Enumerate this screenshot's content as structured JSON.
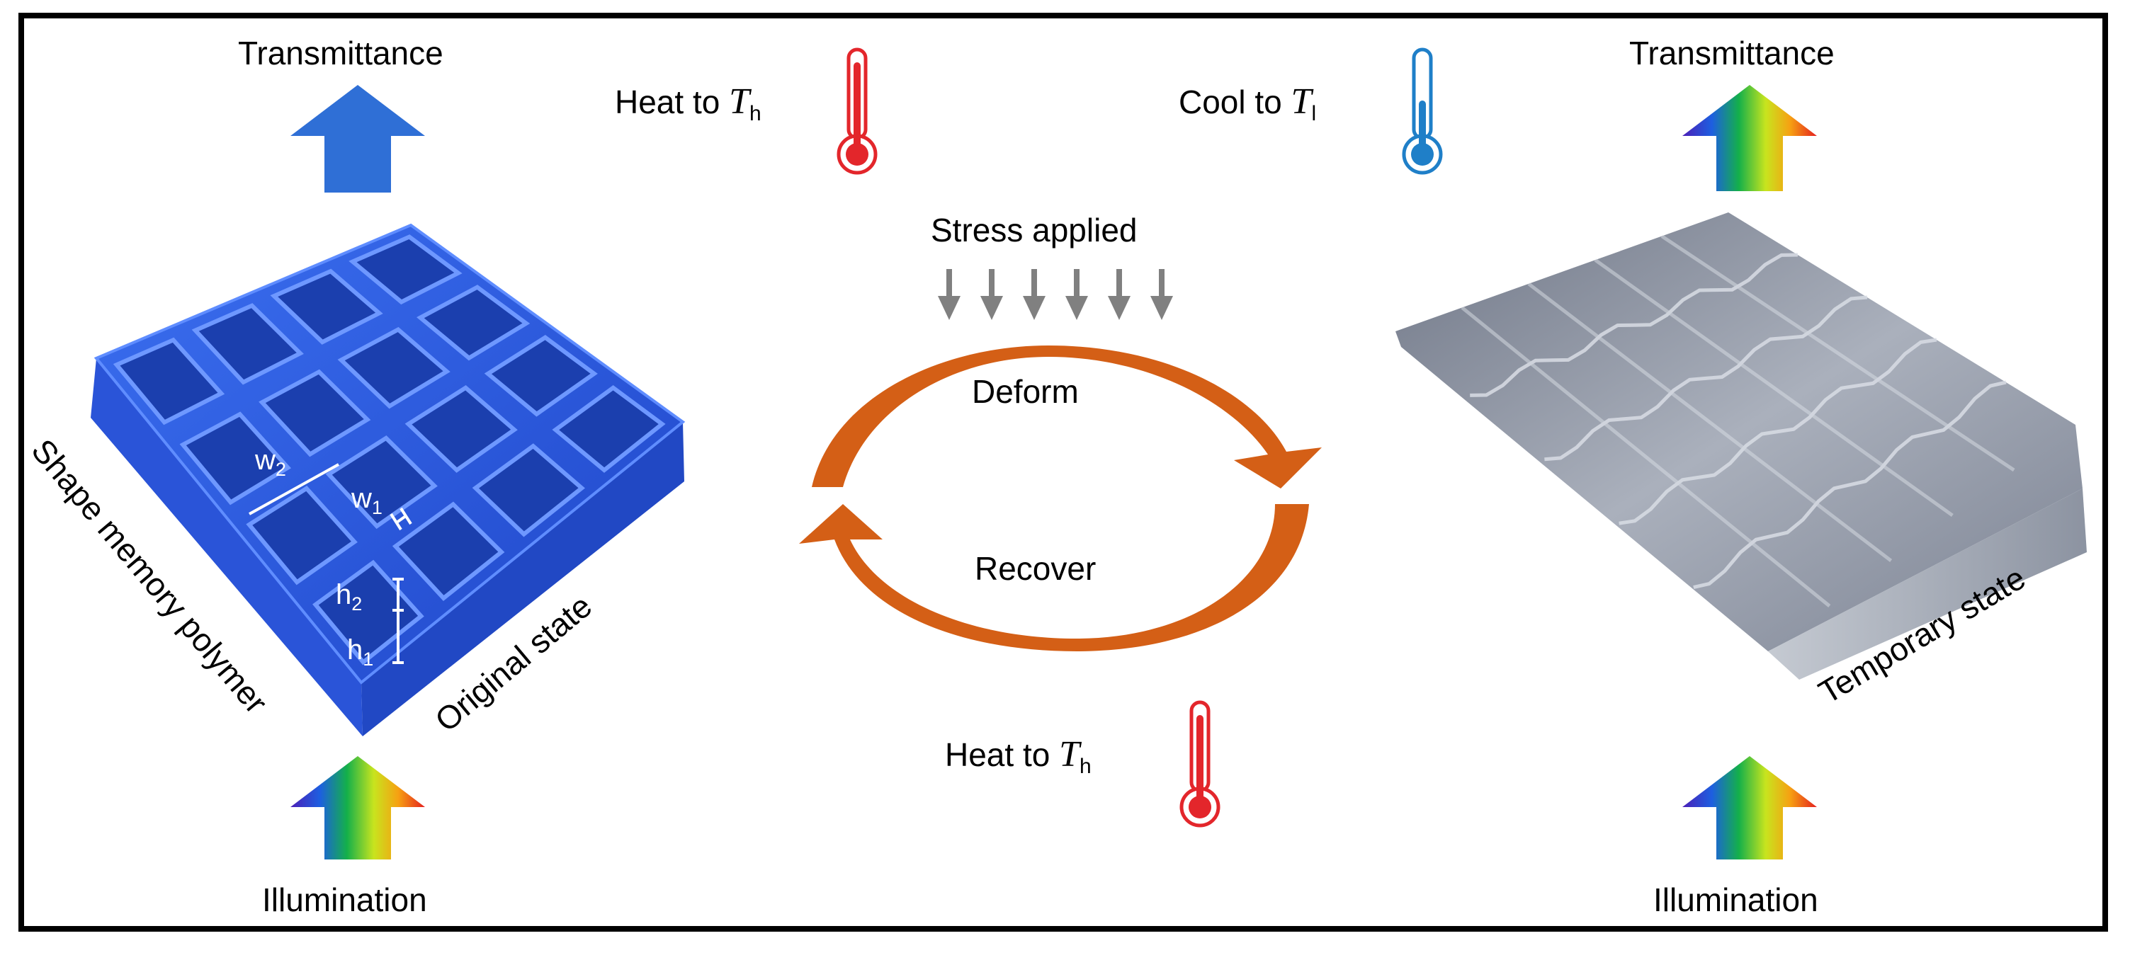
{
  "top_left": {
    "transmittance": "Transmittance"
  },
  "top_right": {
    "transmittance": "Transmittance"
  },
  "bottom_left": {
    "illumination": "Illumination"
  },
  "bottom_right": {
    "illumination": "Illumination"
  },
  "heat_top": {
    "prefix": "Heat to ",
    "var": "T",
    "sub": "h"
  },
  "cool_top": {
    "prefix": "Cool to ",
    "var": "T",
    "sub": "l"
  },
  "heat_bottom": {
    "prefix": "Heat to ",
    "var": "T",
    "sub": "h"
  },
  "cycle": {
    "stress": "Stress applied",
    "deform": "Deform",
    "recover": "Recover"
  },
  "left_sample": {
    "side_label": "Shape memory polymer",
    "state_label": "Original state",
    "dims": {
      "w2": "w",
      "w2_sub": "2",
      "w1": "w",
      "w1_sub": "1",
      "h2": "h",
      "h2_sub": "2",
      "h1": "h",
      "h1_sub": "1"
    }
  },
  "right_sample": {
    "state_label": "Temporary state"
  },
  "colors": {
    "frame": "#000000",
    "cycle_arrow": "#d45f16",
    "transmit_blue": "#2f6fd6",
    "thermo_red": "#e3262b",
    "thermo_blue": "#1f7fc8",
    "stress_arrows": "#808080",
    "polymer_blue": "#2f5fe0",
    "temporary_gray": "#8e96a6"
  },
  "icons": [
    "thermometer-hot-icon",
    "thermometer-cold-icon",
    "rainbow-arrow-icon",
    "blue-arrow-icon",
    "stress-arrow-icon"
  ]
}
